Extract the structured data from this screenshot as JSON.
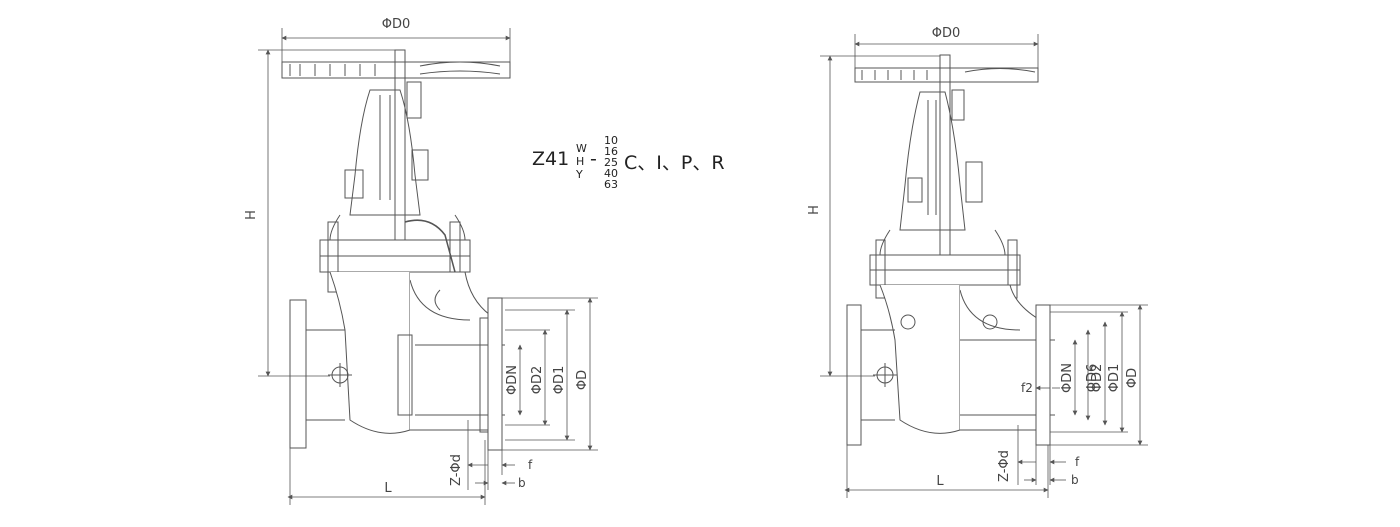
{
  "left_drawing": {
    "labels": {
      "top_dia": "ΦD0",
      "height": "H",
      "dn": "ΦDN",
      "d2": "ΦD2",
      "d1": "ΦD1",
      "d": "ΦD",
      "bolts": "Z-Φd",
      "f": "f",
      "b": "b",
      "length": "L"
    }
  },
  "right_drawing": {
    "labels": {
      "top_dia": "ΦD0",
      "height": "H",
      "f2": "f2",
      "dn": "ΦDN",
      "d6": "ΦD6",
      "d2": "ΦD2",
      "d1": "ΦD1",
      "d": "ΦD",
      "bolts": "Z-Φd",
      "f": "f",
      "b": "b",
      "length": "L"
    }
  },
  "model_code": {
    "prefix": "Z41",
    "materials": [
      "W",
      "H",
      "Y"
    ],
    "separator": "-",
    "pressures": [
      "10",
      "16",
      "25",
      "40",
      "63"
    ],
    "suffix": "C、I、P、R"
  },
  "colors": {
    "line": "#555555",
    "text": "#333333"
  }
}
